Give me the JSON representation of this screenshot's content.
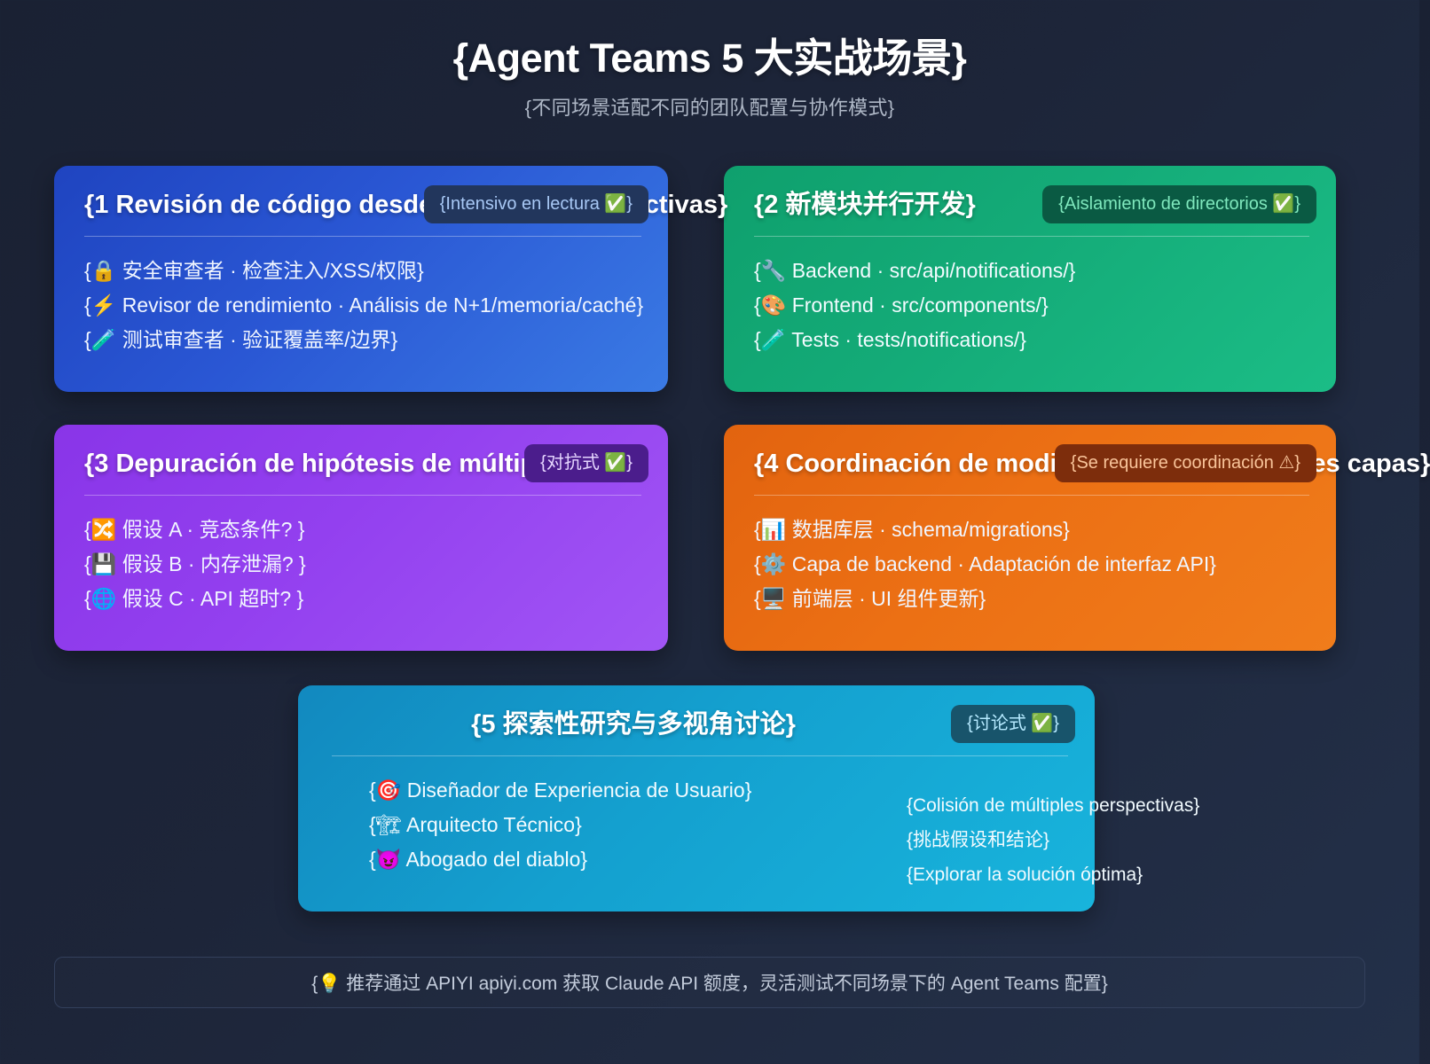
{
  "header": {
    "title": "{Agent Teams 5 大实战场景}",
    "subtitle": "{不同场景适配不同的团队配置与协作模式}"
  },
  "cards": [
    {
      "id": 1,
      "color": "#2a57d4",
      "title": "{1 Revisión de código desde múltiples perspectivas}",
      "badge": "{Intensivo en lectura ✅}",
      "items": [
        "{🔒 安全审查者 · 检查注入/XSS/权限}",
        "{⚡ Revisor de rendimiento · Análisis de N+1/memoria/caché}",
        "{🧪 测试审查者 · 验证覆盖率/边界}"
      ]
    },
    {
      "id": 2,
      "color": "#14ab78",
      "title": "{2 新模块并行开发}",
      "badge": "{Aislamiento de directorios ✅}",
      "items": [
        "{🔧 Backend · src/api/notifications/}",
        "{🎨 Frontend · src/components/}",
        "{🧪 Tests · tests/notifications/}"
      ]
    },
    {
      "id": 3,
      "color": "#9340ef",
      "title": "{3 Depuración de hipótesis de múltiples vías}",
      "badge": "{对抗式 ✅}",
      "items": [
        "{🔀 假设 A · 竞态条件? }",
        "{💾 假设 B · 内存泄漏? }",
        "{🌐 假设 C · API 超时? }"
      ]
    },
    {
      "id": 4,
      "color": "#ec7014",
      "title": "{4 Coordinación de modificaciones de múltiples capas}",
      "badge": "{Se requiere coordinación ⚠}",
      "items": [
        "{📊 数据库层 · schema/migrations}",
        "{⚙️ Capa de backend · Adaptación de interfaz API}",
        "{🖥️ 前端层 · UI 组件更新}"
      ]
    },
    {
      "id": 5,
      "color": "#14a0cf",
      "title": "{5 探索性研究与多视角讨论}",
      "badge": "{讨论式 ✅}",
      "items_left": [
        "{🎯 Diseñador de Experiencia de Usuario}",
        "{🏗 Arquitecto Técnico}",
        "{😈 Abogado del diablo}"
      ],
      "items_right": [
        "{Colisión de múltiples perspectivas}",
        "{挑战假设和结论}",
        "{Explorar la solución óptima}"
      ]
    }
  ],
  "footer": {
    "note": "{💡 推荐通过 APIYI apiyi.com 获取 Claude API 额度，灵活测试不同场景下的 Agent Teams 配置}"
  }
}
